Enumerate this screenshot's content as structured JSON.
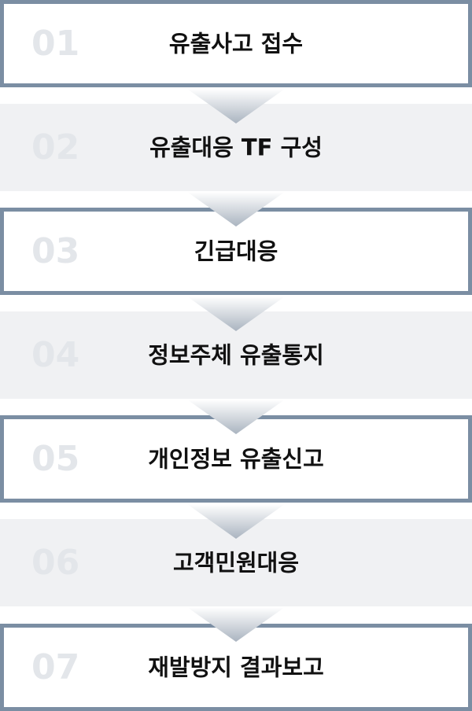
{
  "steps": [
    {
      "number": "01",
      "label": "유출사고 접수",
      "style": "boxed"
    },
    {
      "number": "02",
      "label": "유출대응 TF 구성",
      "style": "shaded"
    },
    {
      "number": "03",
      "label": "긴급대응",
      "style": "boxed"
    },
    {
      "number": "04",
      "label": "정보주체 유출통지",
      "style": "shaded"
    },
    {
      "number": "05",
      "label": "개인정보 유출신고",
      "style": "boxed"
    },
    {
      "number": "06",
      "label": "고객민원대응",
      "style": "shaded"
    },
    {
      "number": "07",
      "label": "재발방지 결과보고",
      "style": "boxed"
    }
  ],
  "colors": {
    "border": "#7b8ea3",
    "shaded_bg": "#f0f1f3",
    "number": "#e3e6ea",
    "label": "#111111",
    "arrow_top": "#ffffff",
    "arrow_bottom": "#aab4c0"
  }
}
